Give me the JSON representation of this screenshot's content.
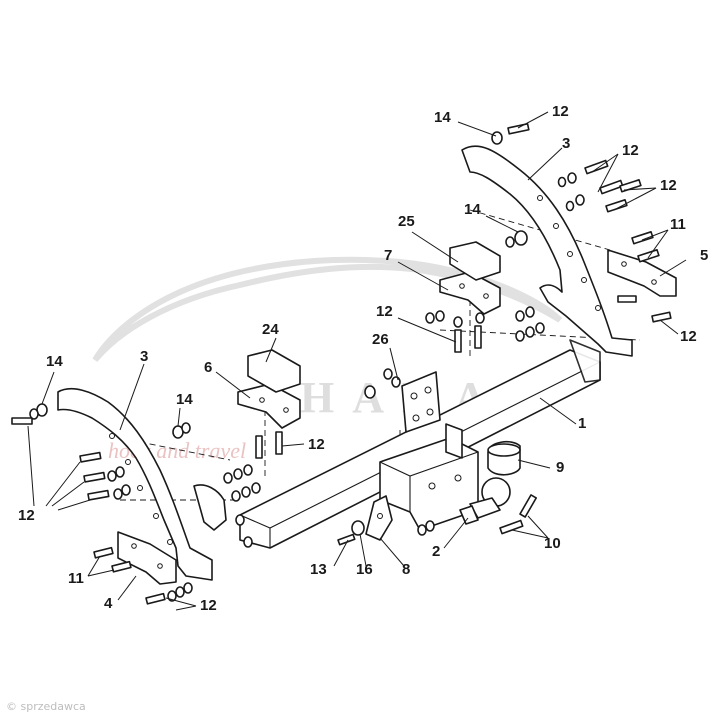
{
  "watermark": {
    "brand": "HAKA",
    "tagline": "hook and travel",
    "logo_icon": "car-silhouette-icon"
  },
  "credit": "© sprzedawca",
  "callouts": {
    "c1": "1",
    "c2": "2",
    "c3a": "3",
    "c3b": "3",
    "c4": "4",
    "c5": "5",
    "c6": "6",
    "c7": "7",
    "c8": "8",
    "c9": "9",
    "c10": "10",
    "c11a": "11",
    "c11b": "11",
    "c12a": "12",
    "c12b": "12",
    "c12c": "12",
    "c12d": "12",
    "c12e": "12",
    "c12f": "12",
    "c12g": "12",
    "c12h": "12",
    "c13": "13",
    "c14a": "14",
    "c14b": "14",
    "c14c": "14",
    "c16": "16",
    "c24": "24",
    "c25": "25",
    "c26": "26"
  }
}
